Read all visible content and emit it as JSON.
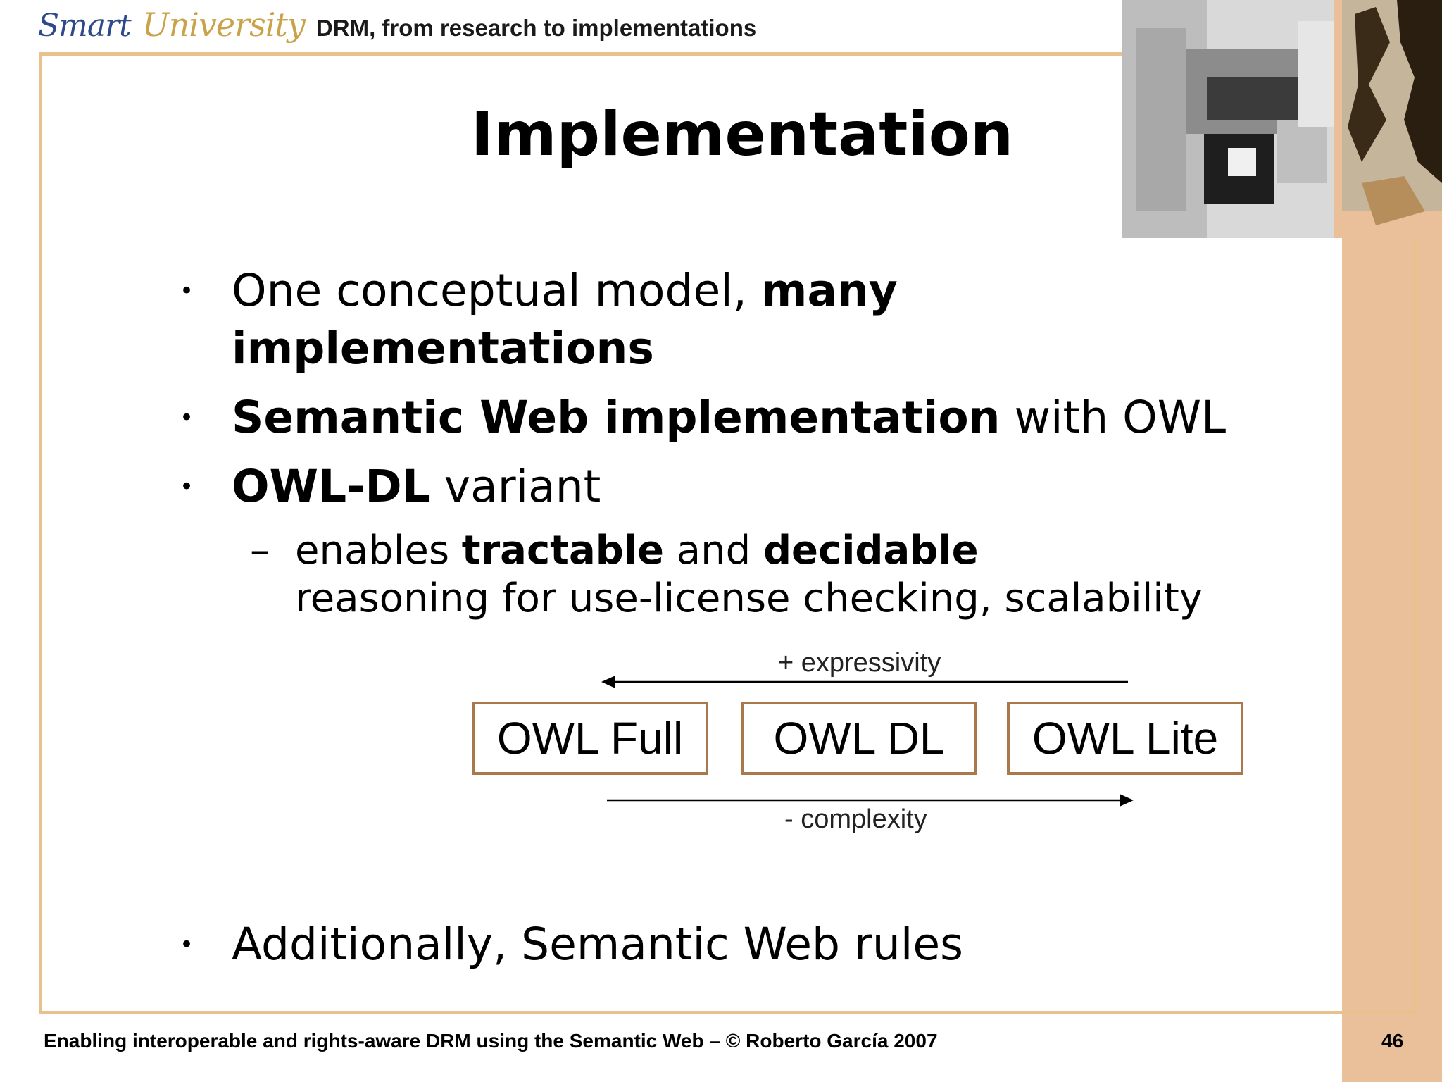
{
  "header": {
    "brand_smart": "Smart",
    "brand_university": "University",
    "subtitle": "DRM, from research to implementations"
  },
  "slide": {
    "title": "Implementation",
    "bullets": [
      {
        "parts": [
          "One conceptual model, ",
          "many"
        ],
        "line2": "implementations"
      },
      {
        "bold": "Semantic Web implementation",
        "normal": " with OWL"
      },
      {
        "bold": "OWL-DL",
        "normal": " variant"
      },
      {
        "text": "Additionally, Semantic Web rules"
      }
    ],
    "sub_bullet": {
      "dash": "–",
      "p1": "enables ",
      "b1": "tractable",
      "p2": " and ",
      "b2": "decidable",
      "line2": "reasoning for use-license checking, scalability"
    },
    "bullet_symbol": "•"
  },
  "diagram": {
    "top_label": "+ expressivity",
    "bottom_label": "- complexity",
    "boxes": [
      "OWL Full",
      "OWL DL",
      "OWL Lite"
    ],
    "box_border_color": "#a9794c"
  },
  "footer": {
    "text": "Enabling interoperable and rights-aware DRM using the Semantic Web – © Roberto García 2007",
    "page_number": "46"
  },
  "colors": {
    "frame": "#e9c18f",
    "side_band": "#e9c09a",
    "brand_smart": "#2f4a8a",
    "brand_university": "#c9a24a"
  }
}
